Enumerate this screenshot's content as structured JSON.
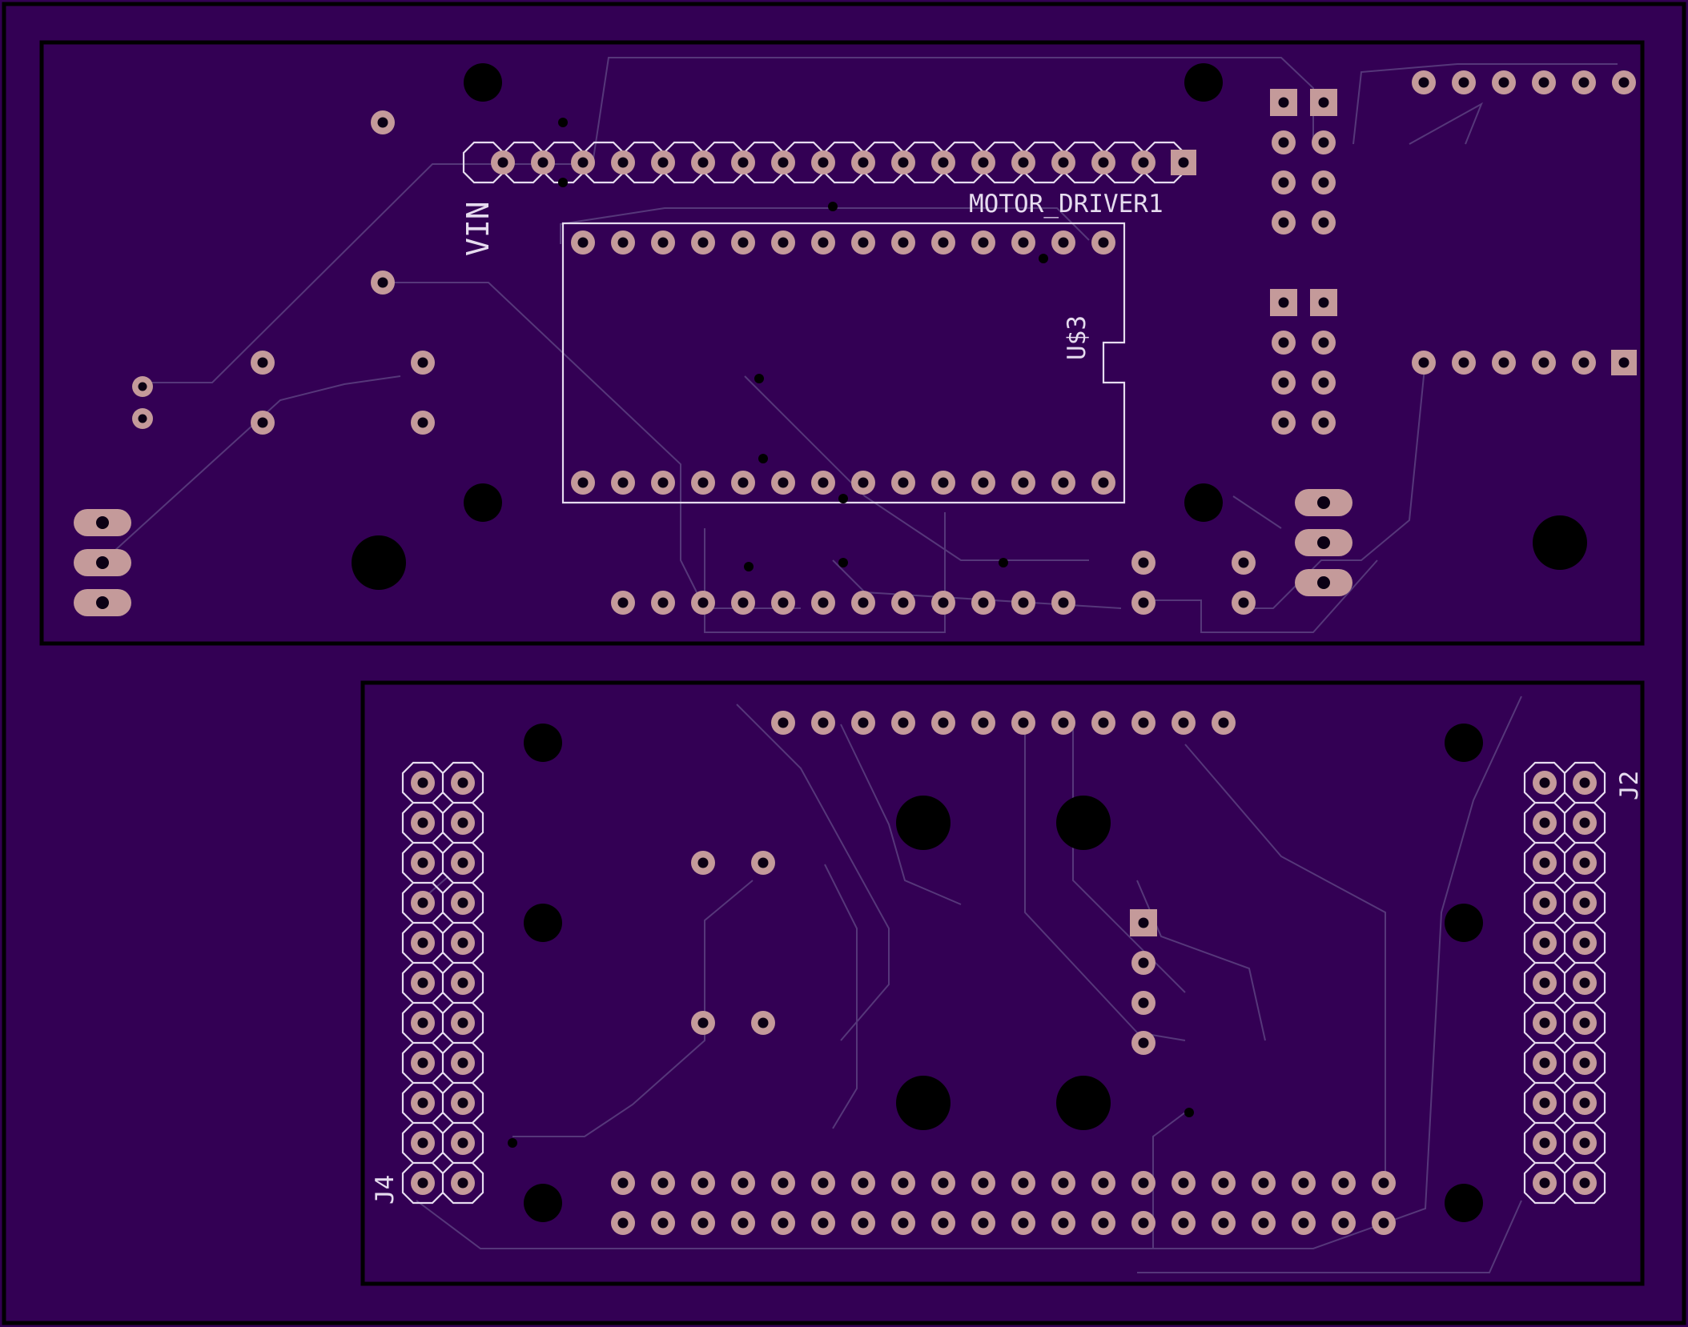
{
  "board": {
    "background": "#330054",
    "labels": {
      "vin": "VIN",
      "motor_driver": "MOTOR_DRIVER1",
      "u3": "U$3",
      "j2": "J2",
      "j4": "J4"
    }
  }
}
